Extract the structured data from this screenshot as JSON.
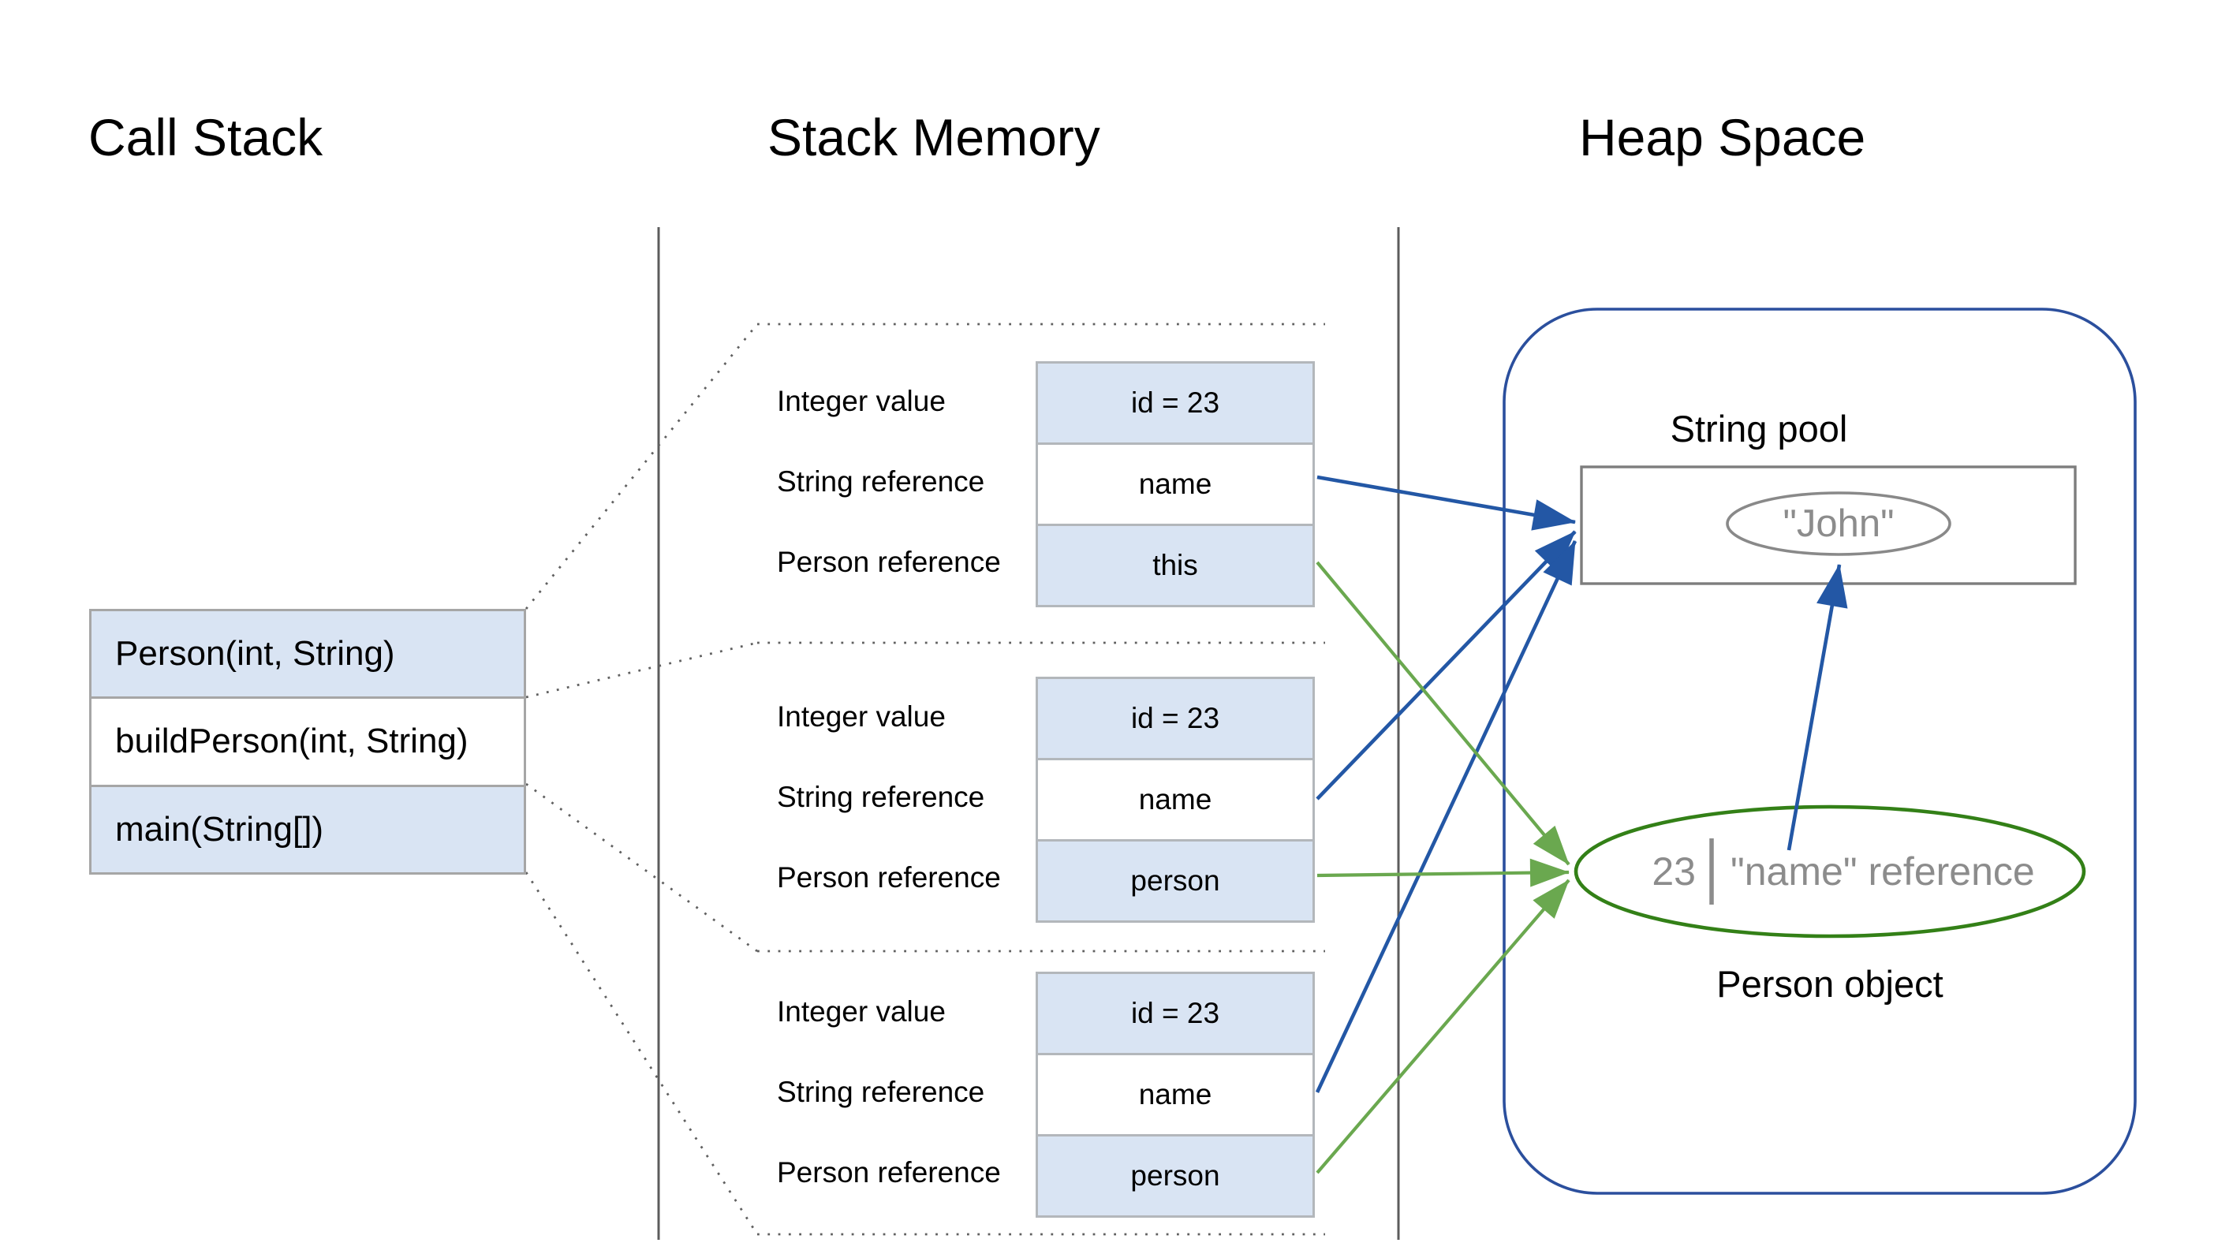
{
  "titles": {
    "call_stack": "Call Stack",
    "stack_memory": "Stack Memory",
    "heap_space": "Heap Space"
  },
  "call_stack": {
    "frames": [
      "Person(int, String)",
      "buildPerson(int, String)",
      "main(String[])"
    ]
  },
  "stack_frames": [
    {
      "rows": [
        {
          "label": "Integer value",
          "value": "id = 23"
        },
        {
          "label": "String reference",
          "value": "name"
        },
        {
          "label": "Person reference",
          "value": "this"
        }
      ]
    },
    {
      "rows": [
        {
          "label": "Integer value",
          "value": "id = 23"
        },
        {
          "label": "String reference",
          "value": "name"
        },
        {
          "label": "Person reference",
          "value": "person"
        }
      ]
    },
    {
      "rows": [
        {
          "label": "Integer value",
          "value": "id = 23"
        },
        {
          "label": "String reference",
          "value": "name"
        },
        {
          "label": "Person reference",
          "value": "person"
        }
      ]
    }
  ],
  "heap": {
    "string_pool_label": "String pool",
    "string_value": "\"John\"",
    "person_object_label": "Person object",
    "person_object": {
      "id": "23",
      "name_ref": "\"name\" reference"
    }
  },
  "colors": {
    "cellFill": "#d9e4f3",
    "boxBorder": "#a6a6a6",
    "cellBorder": "#b3b7bb",
    "arrowBlue": "#2357a5",
    "arrowGreen": "#6aa84f",
    "heapBorder": "#2b4f9d",
    "objectGreen": "#338017",
    "grayText": "#8c8c8c",
    "poolBorder": "#7d7d7d",
    "johnBorder": "#898989",
    "boundaryLine": "#5c5c5c",
    "dotColor": "#606060"
  }
}
